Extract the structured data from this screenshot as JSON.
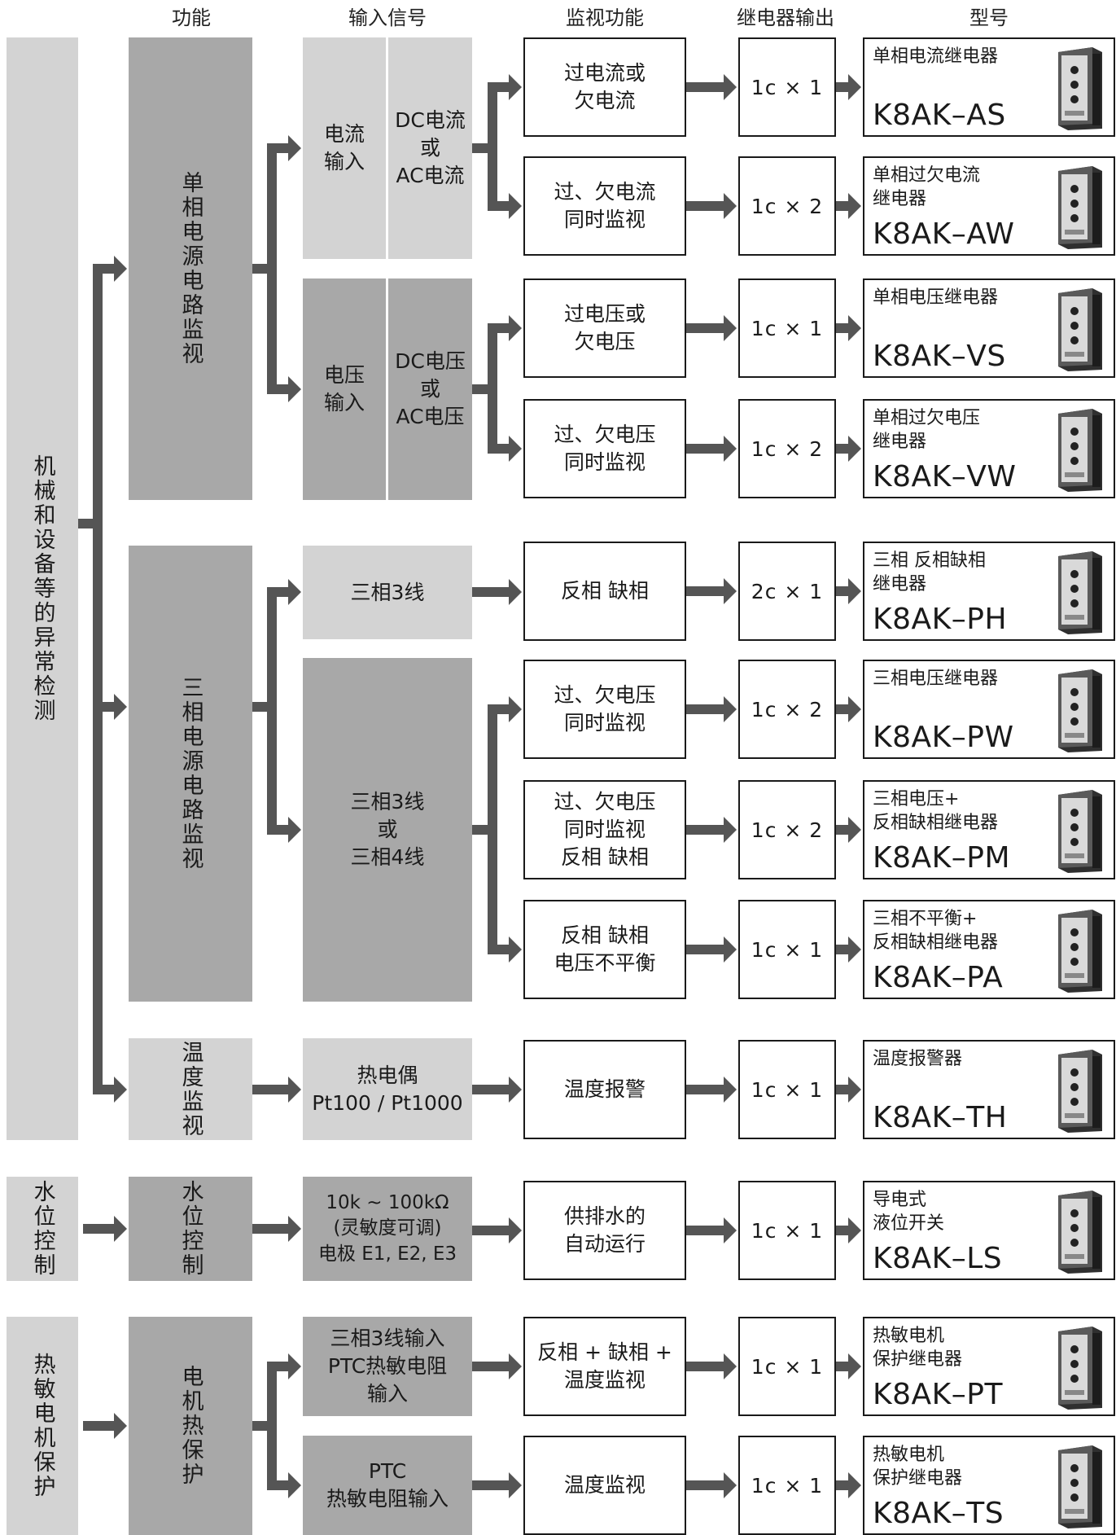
{
  "headers": {
    "function": "功能",
    "input_signal": "输入信号",
    "monitor_function": "监视功能",
    "relay_output": "继电器输出",
    "model": "型号"
  },
  "categories": {
    "anomaly": "机械和设备等的异常检测",
    "water": "水位控制",
    "thermistor": "热敏电机保护"
  },
  "functions": {
    "single_phase": "单相电源电路监视",
    "three_phase": "三相电源电路监视",
    "temperature": "温度监视",
    "water": "水位控制",
    "motor_thermal": "电机热保护"
  },
  "inputs": {
    "current_a": "电流\n输入",
    "current_b": "DC电流\n或\nAC电流",
    "voltage_a": "电压\n输入",
    "voltage_b": "DC电压\n或\nAC电压",
    "three_wire": "三相3线",
    "three_or_four": "三相3线\n或\n三相4线",
    "thermo": "热电偶\nPt100 / Pt1000",
    "electrode": "10k ~ 100kΩ\n(灵敏度可调)\n电极 E1, E2, E3",
    "ptc_three": "三相3线输入\nPTC热敏电阻\n输入",
    "ptc": "PTC\n热敏电阻输入"
  },
  "rows": [
    {
      "monitor": "过电流或\n欠电流",
      "relay": "1c × 1",
      "desc": "单相电流继电器",
      "code": "K8AK–AS"
    },
    {
      "monitor": "过、欠电流\n同时监视",
      "relay": "1c × 2",
      "desc": "单相过欠电流\n继电器",
      "code": "K8AK–AW"
    },
    {
      "monitor": "过电压或\n欠电压",
      "relay": "1c × 1",
      "desc": "单相电压继电器",
      "code": "K8AK–VS"
    },
    {
      "monitor": "过、欠电压\n同时监视",
      "relay": "1c × 2",
      "desc": "单相过欠电压\n继电器",
      "code": "K8AK–VW"
    },
    {
      "monitor": "反相 缺相",
      "relay": "2c × 1",
      "desc": "三相 反相缺相\n继电器",
      "code": "K8AK–PH"
    },
    {
      "monitor": "过、欠电压\n同时监视",
      "relay": "1c × 2",
      "desc": "三相电压继电器",
      "code": "K8AK–PW"
    },
    {
      "monitor": "过、欠电压\n同时监视\n反相 缺相",
      "relay": "1c × 2",
      "desc": "三相电压+\n反相缺相继电器",
      "code": "K8AK–PM"
    },
    {
      "monitor": "反相 缺相\n电压不平衡",
      "relay": "1c × 1",
      "desc": "三相不平衡+\n反相缺相继电器",
      "code": "K8AK–PA"
    },
    {
      "monitor": "温度报警",
      "relay": "1c × 1",
      "desc": "温度报警器",
      "code": "K8AK–TH"
    },
    {
      "monitor": "供排水的\n自动运行",
      "relay": "1c × 1",
      "desc": "导电式\n液位开关",
      "code": "K8AK–LS"
    },
    {
      "monitor": "反相 + 缺相 +\n温度监视",
      "relay": "1c × 1",
      "desc": "热敏电机\n保护继电器",
      "code": "K8AK–PT"
    },
    {
      "monitor": "温度监视",
      "relay": "1c × 1",
      "desc": "热敏电机\n保护继电器",
      "code": "K8AK–TS"
    }
  ],
  "icons": {
    "product": "relay-product-photo",
    "connector": "arrow-right-icon"
  },
  "colors": {
    "light_gray": "#d3d3d3",
    "dark_gray": "#a8a8a8",
    "arrow": "#555555",
    "border": "#1a1a1a"
  }
}
